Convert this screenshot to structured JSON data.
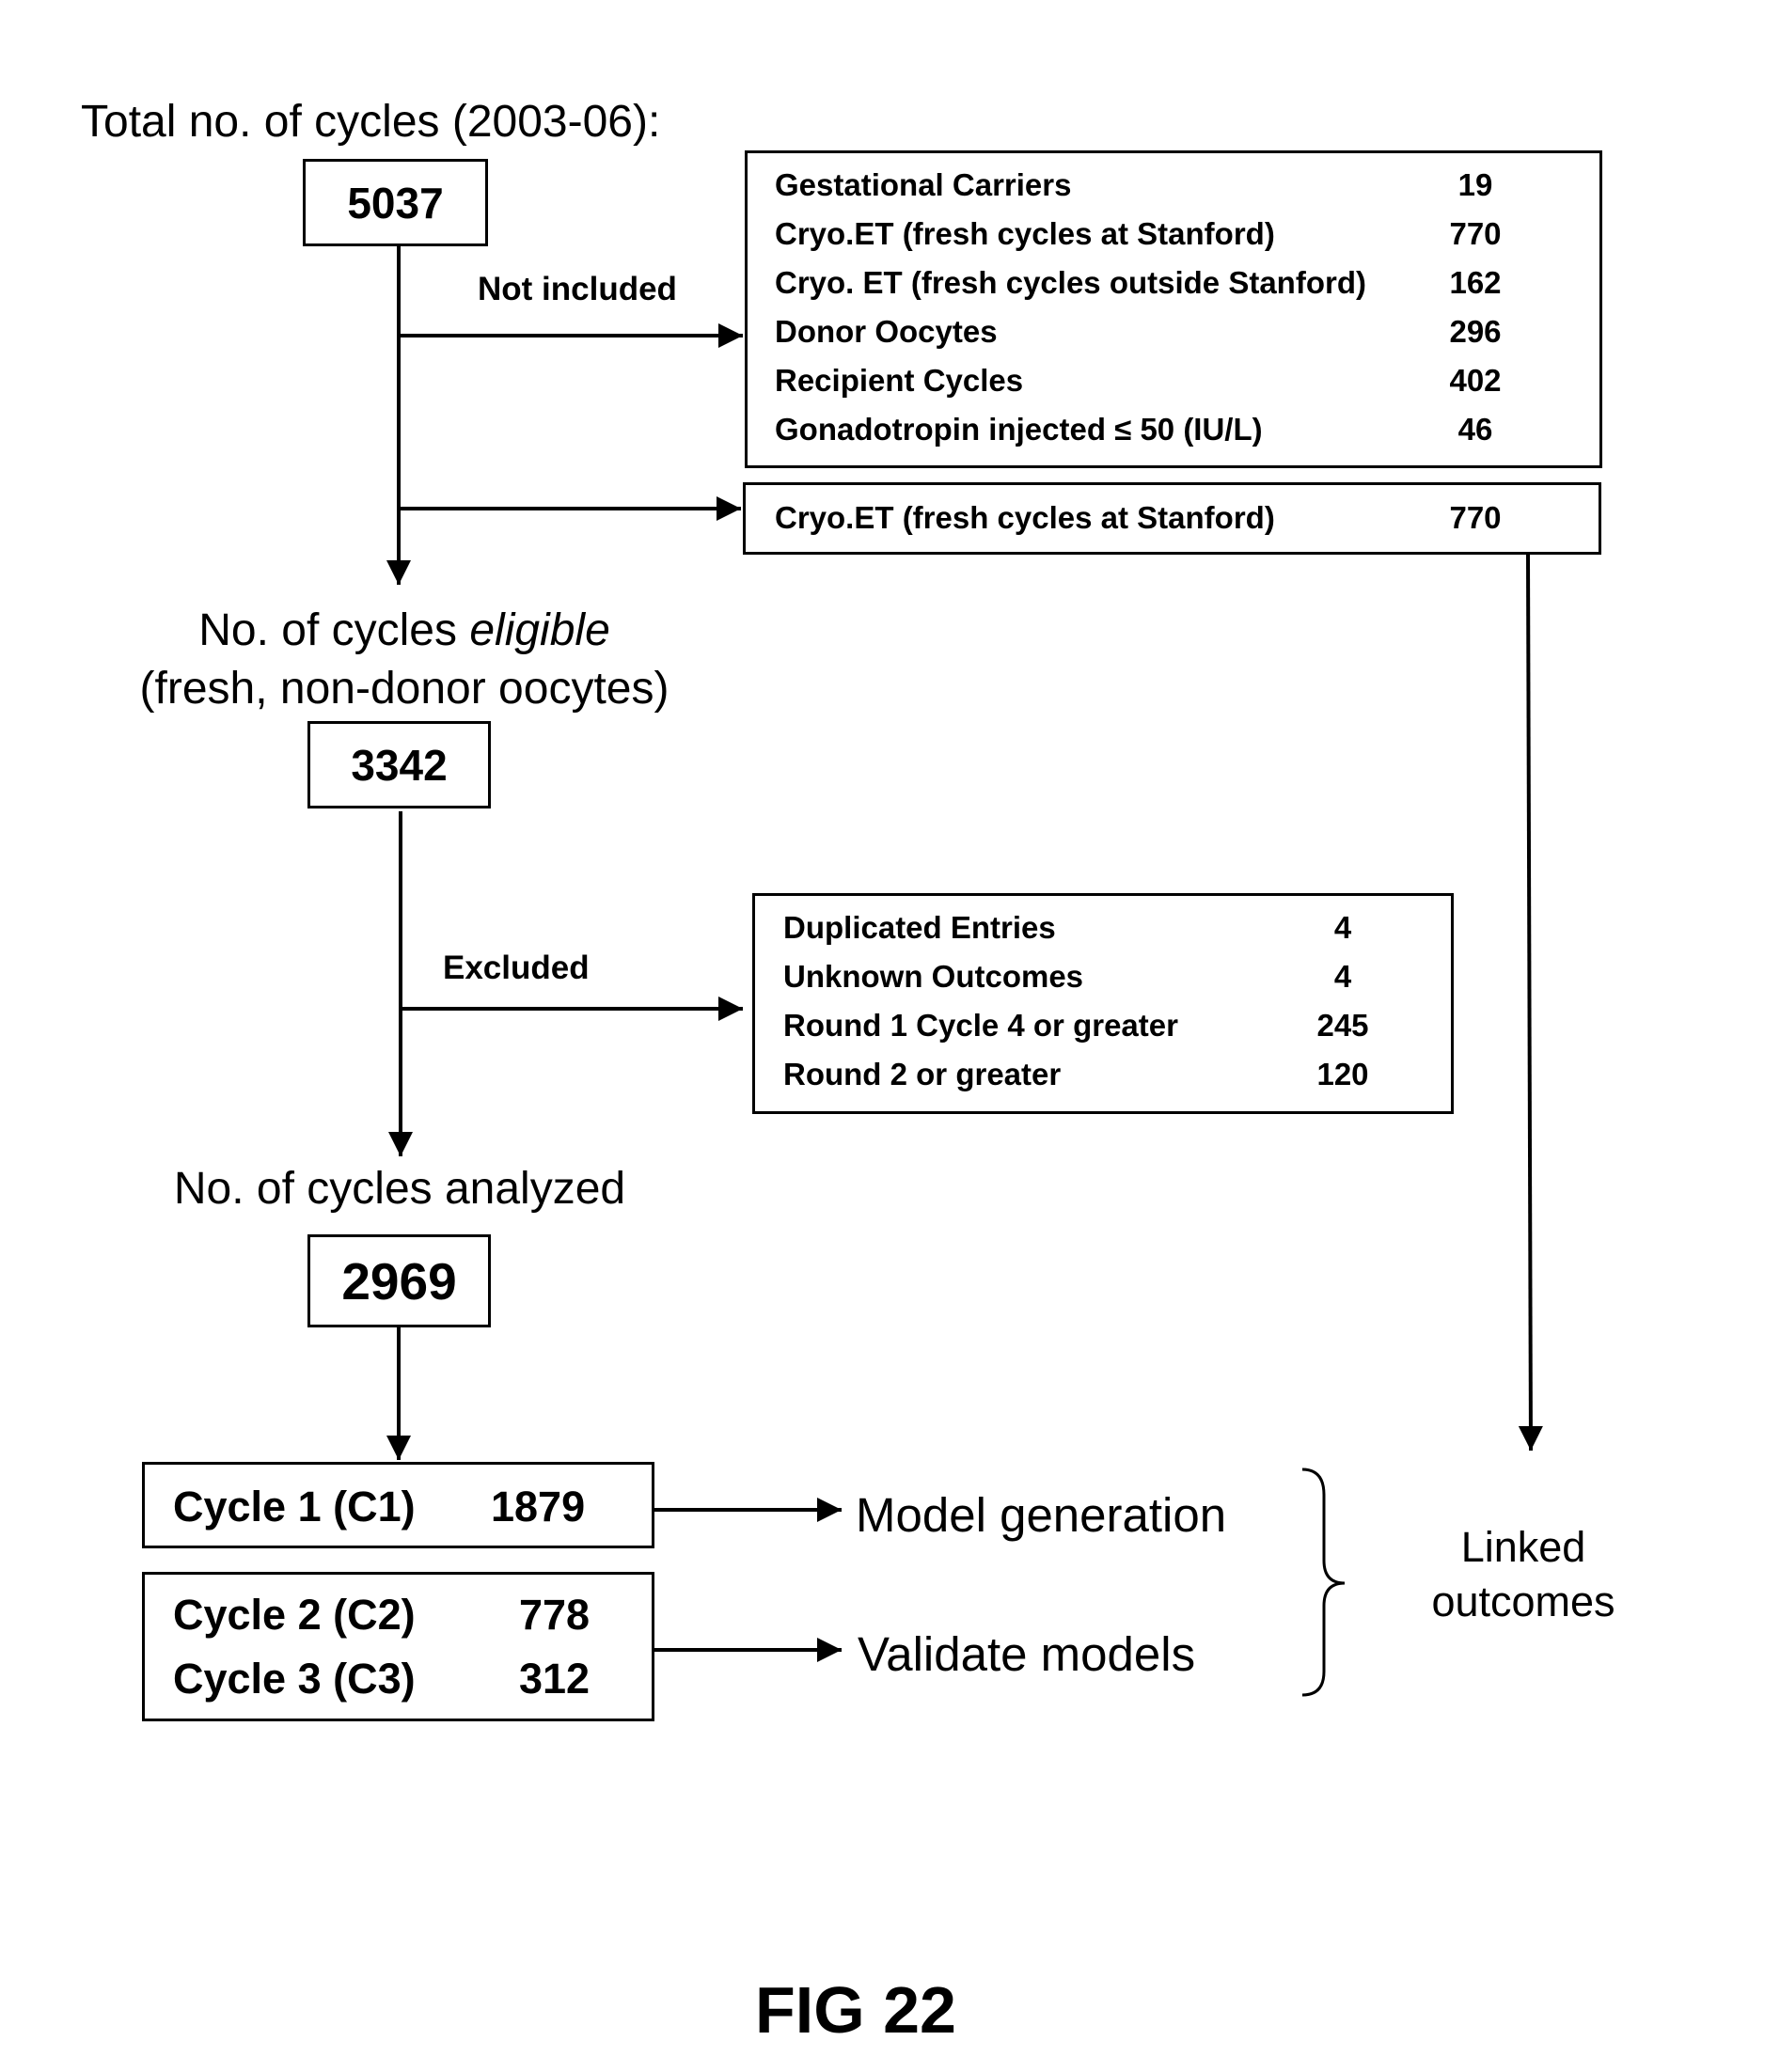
{
  "total": {
    "heading": "Total no. of cycles (2003-06):",
    "count": "5037"
  },
  "not_included": {
    "label": "Not included",
    "rows": [
      {
        "label": "Gestational Carriers",
        "value": "19"
      },
      {
        "label": "Cryo.ET (fresh cycles at Stanford)",
        "value": "770"
      },
      {
        "label": "Cryo. ET (fresh cycles outside Stanford)",
        "value": "162"
      },
      {
        "label": "Donor Oocytes",
        "value": "296"
      },
      {
        "label": "Recipient Cycles",
        "value": "402"
      },
      {
        "label": "Gonadotropin injected ≤ 50 (IU/L)",
        "value": "46"
      }
    ]
  },
  "cryo_box": {
    "label": "Cryo.ET (fresh cycles at Stanford)",
    "value": "770"
  },
  "eligible": {
    "heading_prefix": "No. of cycles ",
    "heading_em": "eligible",
    "heading_line2": "(fresh, non-donor oocytes)",
    "count": "3342"
  },
  "excluded": {
    "label": "Excluded",
    "rows": [
      {
        "label": "Duplicated Entries",
        "value": "4"
      },
      {
        "label": "Unknown Outcomes",
        "value": "4"
      },
      {
        "label": "Round 1 Cycle 4 or greater",
        "value": "245"
      },
      {
        "label": "Round 2 or greater",
        "value": "120"
      }
    ]
  },
  "analyzed": {
    "heading": "No. of cycles analyzed",
    "count": "2969"
  },
  "cycle1": {
    "label": "Cycle 1 (C1)",
    "value": "1879"
  },
  "cycles23": [
    {
      "label": "Cycle 2 (C2)",
      "value": "778"
    },
    {
      "label": "Cycle 3 (C3)",
      "value": "312"
    }
  ],
  "model_generation": "Model generation",
  "validate_models": "Validate models",
  "linked_outcomes": {
    "line1": "Linked",
    "line2": "outcomes"
  },
  "figure_label": "FIG 22"
}
